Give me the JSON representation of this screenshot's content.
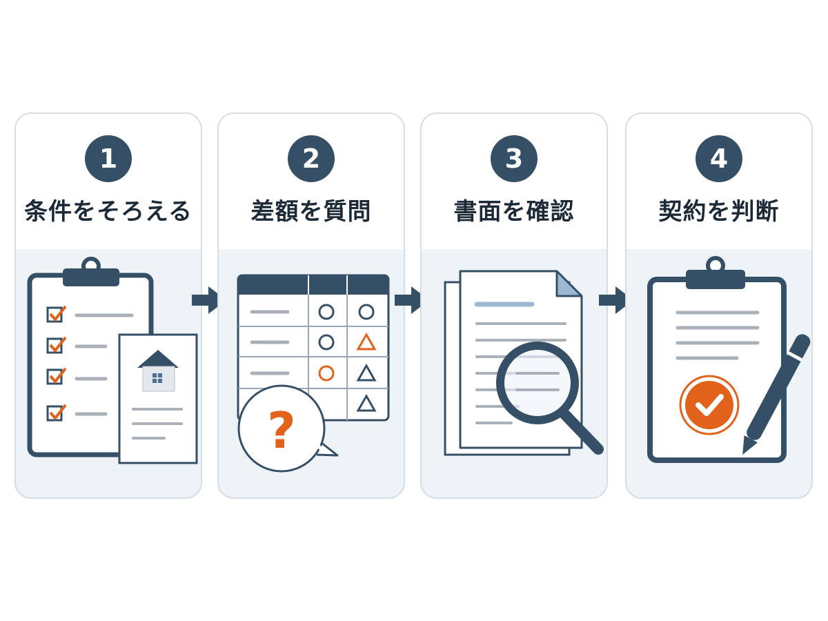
{
  "colors": {
    "navy": "#354f66",
    "orange": "#e0621b",
    "card_border": "#d6dde5",
    "card_bottom_bg": "#eef3f8",
    "line_gray": "#a9b0b8",
    "accent_blue": "#9db8d3"
  },
  "steps": [
    {
      "number": "1",
      "title": "条件をそろえる",
      "icon": "checklist-clipboard-with-house-document-icon"
    },
    {
      "number": "2",
      "title": "差額を質問",
      "icon": "comparison-table-with-question-bubble-icon"
    },
    {
      "number": "3",
      "title": "書面を確認",
      "icon": "documents-with-magnifying-glass-icon"
    },
    {
      "number": "4",
      "title": "契約を判断",
      "icon": "clipboard-with-check-and-pen-icon"
    }
  ],
  "connector_icon": "arrow-right-icon"
}
